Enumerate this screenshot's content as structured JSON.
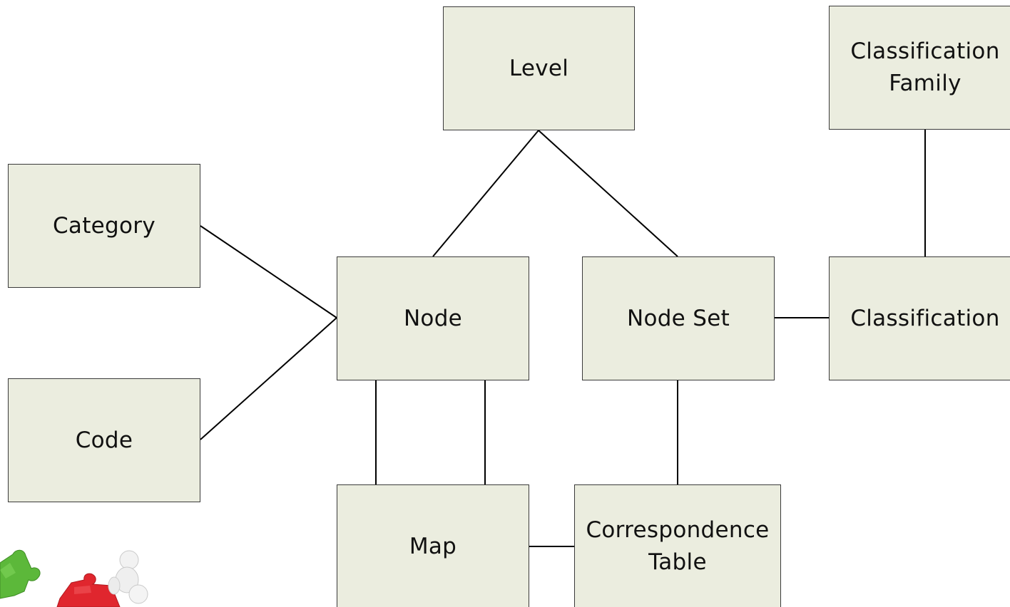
{
  "diagram": {
    "nodes": [
      {
        "id": "level",
        "label_lines": [
          "Level"
        ]
      },
      {
        "id": "classification-family",
        "label_lines": [
          "Classification",
          "Family"
        ]
      },
      {
        "id": "category",
        "label_lines": [
          "Category"
        ]
      },
      {
        "id": "node",
        "label_lines": [
          "Node"
        ]
      },
      {
        "id": "node-set",
        "label_lines": [
          "Node Set"
        ]
      },
      {
        "id": "classification",
        "label_lines": [
          "Classification"
        ]
      },
      {
        "id": "code",
        "label_lines": [
          "Code"
        ]
      },
      {
        "id": "map",
        "label_lines": [
          "Map"
        ]
      },
      {
        "id": "correspondence-table",
        "label_lines": [
          "Correspondence",
          "Table"
        ]
      }
    ],
    "edges": [
      {
        "from": "level",
        "to": "node"
      },
      {
        "from": "level",
        "to": "node-set"
      },
      {
        "from": "classification-family",
        "to": "classification"
      },
      {
        "from": "category",
        "to": "node"
      },
      {
        "from": "code",
        "to": "node"
      },
      {
        "from": "node-set",
        "to": "classification"
      },
      {
        "from": "node",
        "to": "map"
      },
      {
        "from": "node",
        "to": "map"
      },
      {
        "from": "node-set",
        "to": "correspondence-table"
      },
      {
        "from": "map",
        "to": "correspondence-table"
      }
    ]
  },
  "colors": {
    "box_fill": "#ebeddf",
    "box_border": "#3a3a3a",
    "connector": "#000000",
    "text": "#111111"
  },
  "decoration": {
    "icon": "puzzle-figures-icon"
  }
}
